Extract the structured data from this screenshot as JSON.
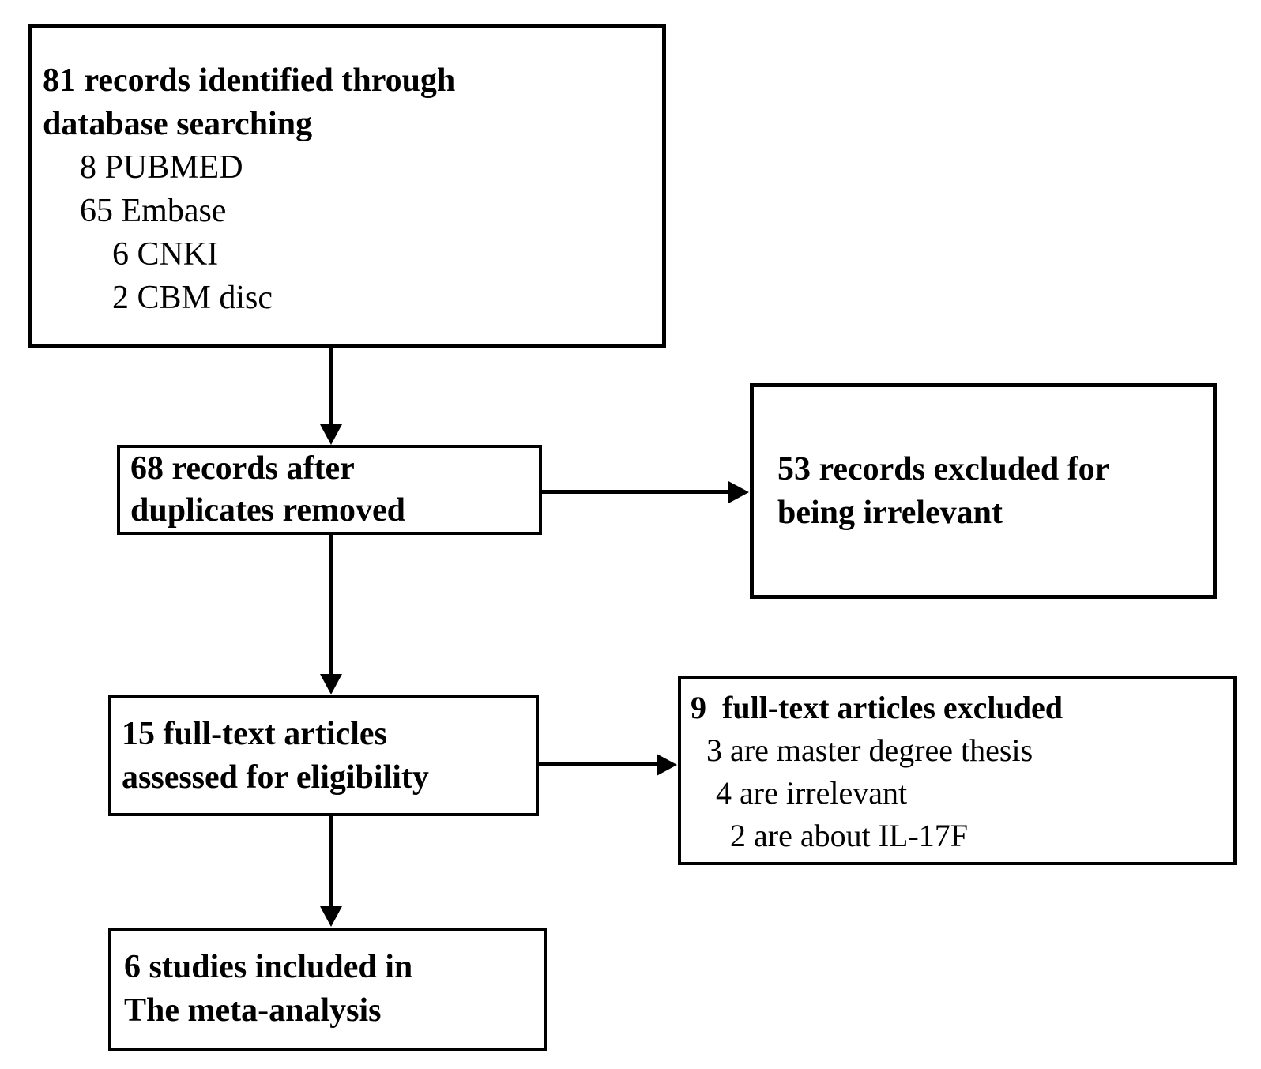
{
  "diagram": {
    "type": "prisma-flow",
    "background_color": "#ffffff",
    "line_color": "#000000",
    "identified": {
      "title": "81 records identified through\ndatabase searching",
      "items": [
        "8 PUBMED",
        "65 Embase",
        "6 CNKI",
        "2 CBM disc"
      ]
    },
    "deduplicated": {
      "title": "68 records after\nduplicates removed"
    },
    "records_excluded": {
      "title": "53 records excluded for\nbeing irrelevant"
    },
    "fulltext_assessed": {
      "title": "15 full-text articles\nassessed for eligibility"
    },
    "fulltext_excluded": {
      "title": "9  full-text articles excluded",
      "items": [
        "3 are master degree thesis",
        "4 are irrelevant",
        "2 are about IL-17F"
      ]
    },
    "included": {
      "title": "6 studies included in\nThe meta-analysis"
    }
  }
}
